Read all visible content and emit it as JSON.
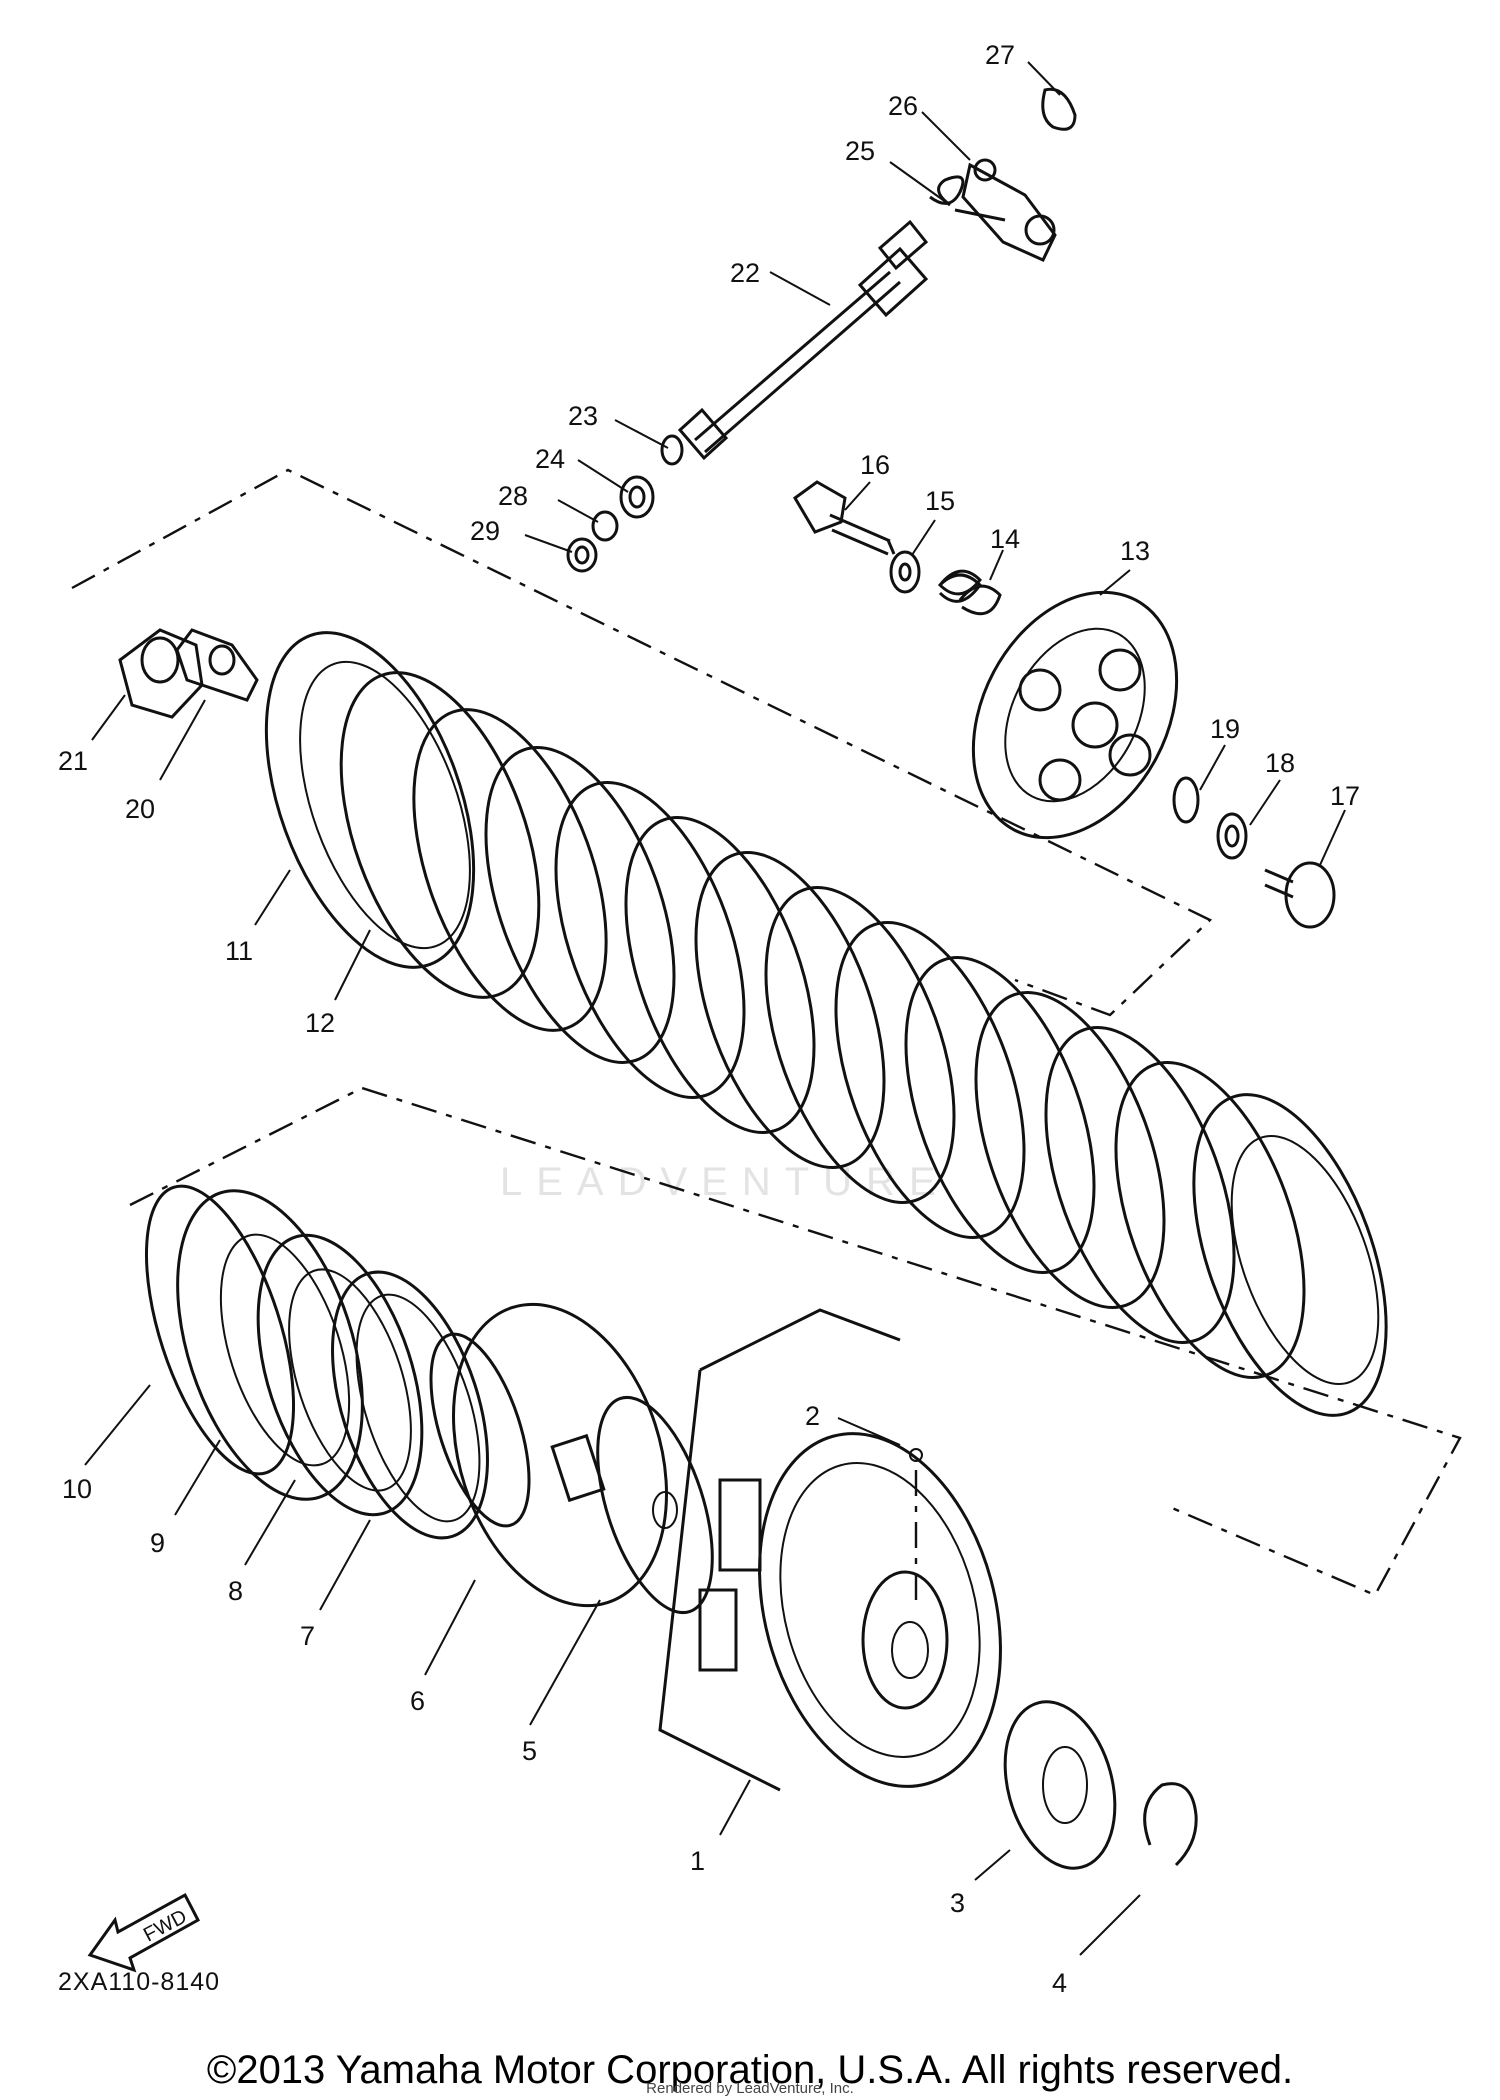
{
  "diagram": {
    "callouts": [
      "1",
      "2",
      "3",
      "4",
      "5",
      "6",
      "7",
      "8",
      "9",
      "10",
      "11",
      "12",
      "13",
      "14",
      "15",
      "16",
      "17",
      "18",
      "19",
      "20",
      "21",
      "22",
      "23",
      "24",
      "25",
      "26",
      "27",
      "28",
      "29"
    ],
    "fwd_label": "FWD",
    "drawing_code": "2XA110-8140",
    "watermark": "LEADVENTURE"
  },
  "footer": {
    "copyright": "©2013 Yamaha Motor Corporation, U.S.A. All rights reserved.",
    "credit": "Rendered by LeadVenture, Inc."
  }
}
